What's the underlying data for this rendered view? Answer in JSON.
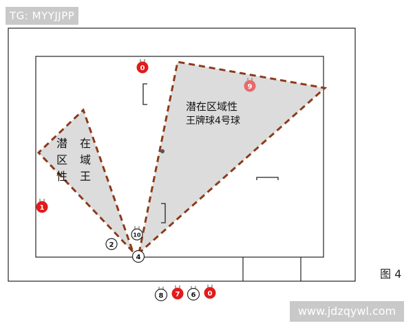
{
  "watermark_top_left": "TG: MYYJJPP",
  "watermark_bottom_right": "www.jdzqywl.com",
  "figure_label": "图 4",
  "zone_right": {
    "line1": "潜在区域性",
    "line2": "王牌球4号球"
  },
  "zone_left": {
    "col1": [
      "潜",
      "区",
      "性"
    ],
    "col2": [
      "在",
      "域",
      "王"
    ]
  },
  "balls": {
    "red_top": "0",
    "red_in_zone": "9",
    "red_left": "1",
    "ball_10": "10",
    "ball_2": "2",
    "ball_4": "4",
    "ball_8": "8",
    "ball_7": "7",
    "ball_6": "6",
    "red_bottom": "0"
  },
  "colors": {
    "zone_fill": "#dcdcdc",
    "dash_line": "#8b3a1a",
    "ball_red": "#e21b1b",
    "table_line": "#222222"
  }
}
